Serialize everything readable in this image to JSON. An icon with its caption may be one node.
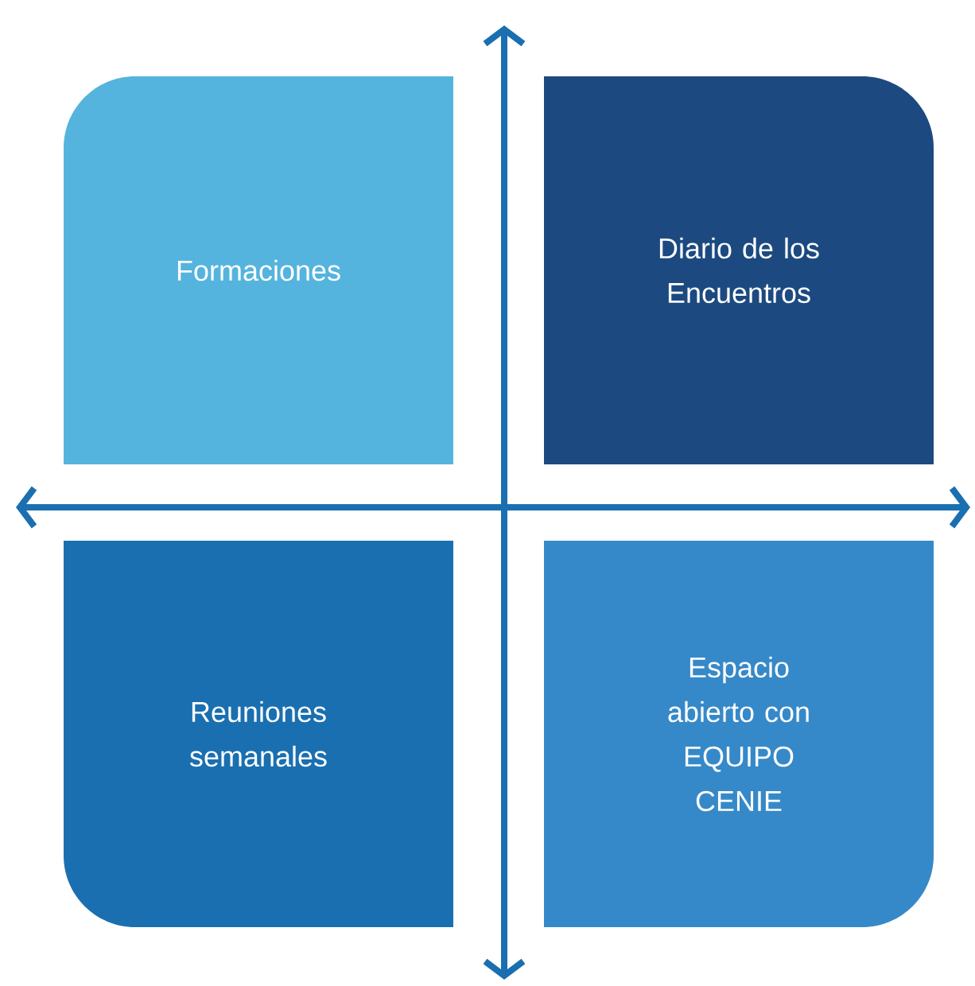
{
  "diagram": {
    "nodes": [
      {
        "text": [
          "Formaciones"
        ]
      },
      {
        "text": [
          "Diario de los Encuentros"
        ]
      },
      {
        "text": [
          "Reuniones semanales"
        ]
      },
      {
        "text": [
          "Espacio abierto con EQUIPO CENIE"
        ]
      }
    ]
  }
}
